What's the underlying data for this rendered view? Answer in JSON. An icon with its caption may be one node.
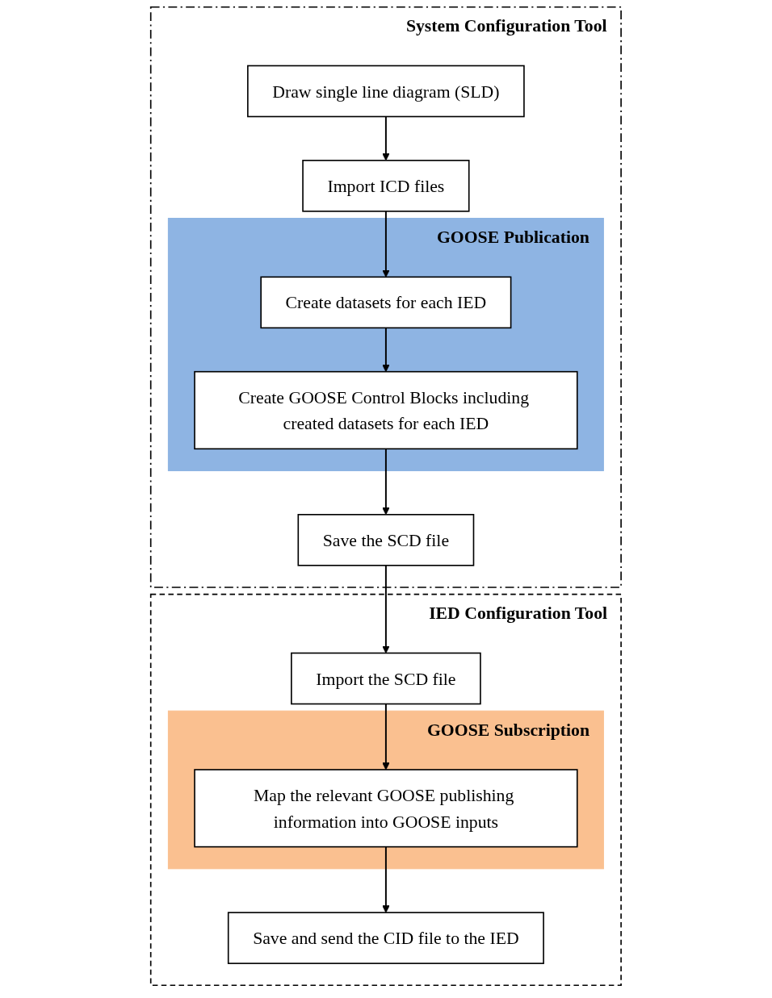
{
  "diagram": {
    "nodes": [
      {
        "text": [
          "System Configuration Tool"
        ]
      },
      {
        "text": [
          "Draw single line diagram (SLD)"
        ],
        "in": 0
      },
      {
        "text": [
          "Import ICD files"
        ],
        "in": 0
      },
      {
        "text": [
          "GOOSE Publication"
        ],
        "in": 0
      },
      {
        "text": [
          "Create datasets for each IED"
        ],
        "in": 3
      },
      {
        "text": [
          "Create GOOSE Control Blocks including created datasets for each IED"
        ],
        "in": 3
      },
      {
        "text": [
          "Save the SCD file"
        ],
        "in": 0
      },
      {
        "text": [
          "IED Configuration Tool"
        ]
      },
      {
        "text": [
          "Import the SCD file"
        ],
        "in": 7
      },
      {
        "text": [
          "GOOSE Subscription"
        ],
        "in": 7
      },
      {
        "text": [
          "Map the relevant GOOSE publishing information into GOOSE inputs"
        ],
        "in": 9
      },
      {
        "text": [
          "Save and send the CID file to the IED"
        ],
        "in": 7
      }
    ],
    "edges": [
      {
        "from": 1,
        "to": 2,
        "arrow": "to"
      },
      {
        "from": 2,
        "to": 4,
        "arrow": "to"
      },
      {
        "from": 4,
        "to": 5,
        "arrow": "to"
      },
      {
        "from": 5,
        "to": 6,
        "arrow": "to"
      },
      {
        "from": 6,
        "to": 8,
        "arrow": "to"
      },
      {
        "from": 8,
        "to": 10,
        "arrow": "to"
      },
      {
        "from": 10,
        "to": 11,
        "arrow": "to"
      }
    ]
  }
}
